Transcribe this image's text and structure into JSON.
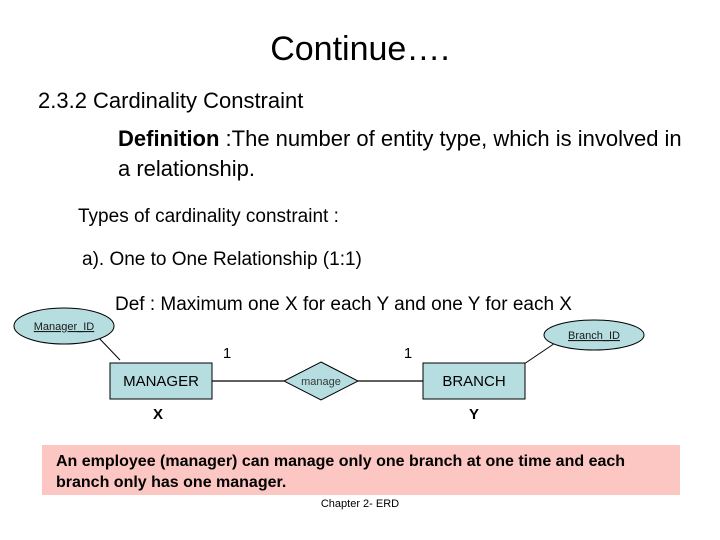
{
  "slide": {
    "title": "Continue….",
    "section_heading": "2.3.2 Cardinality Constraint",
    "definition_label": "Definition",
    "definition_text": " :The number of entity type, which is involved in a relationship.",
    "types_line": "Types of cardinality constraint :",
    "item_a": "a). One to One Relationship (1:1)",
    "def_max": "Def : Maximum one X for each Y and one Y for each X"
  },
  "diagram": {
    "attribute_left": "Manager_ID",
    "attribute_right": "Branch_ID",
    "entity_left": "MANAGER",
    "entity_right": "BRANCH",
    "relationship": "manage",
    "cardinality_left": "1",
    "cardinality_right": "1",
    "label_left": "X",
    "label_right": "Y",
    "shape_fill": "#b6dde0",
    "stroke": "#000000"
  },
  "callout": {
    "text": "An employee (manager) can manage only one branch at one time and each branch only has one manager.",
    "background": "#fcc7c3"
  },
  "footer": {
    "text": "Chapter 2- ERD"
  }
}
